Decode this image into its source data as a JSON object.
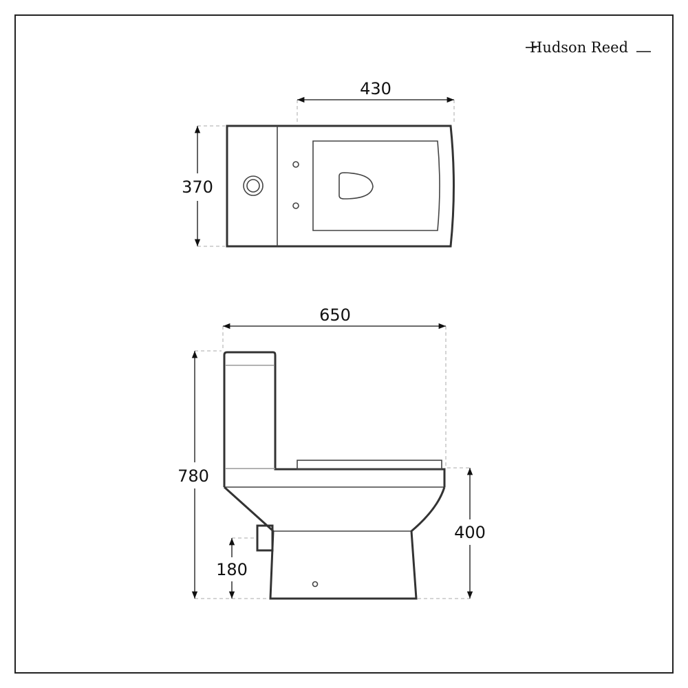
{
  "brand": {
    "logo_text": "Hudson Reed"
  },
  "top_view": {
    "dimensions": {
      "width": "430",
      "depth": "370"
    }
  },
  "side_view": {
    "dimensions": {
      "length": "650",
      "height": "780",
      "seat_height": "400",
      "outlet_height": "180"
    }
  },
  "colors": {
    "line": "#333333",
    "frame": "#222222",
    "background": "#ffffff"
  }
}
